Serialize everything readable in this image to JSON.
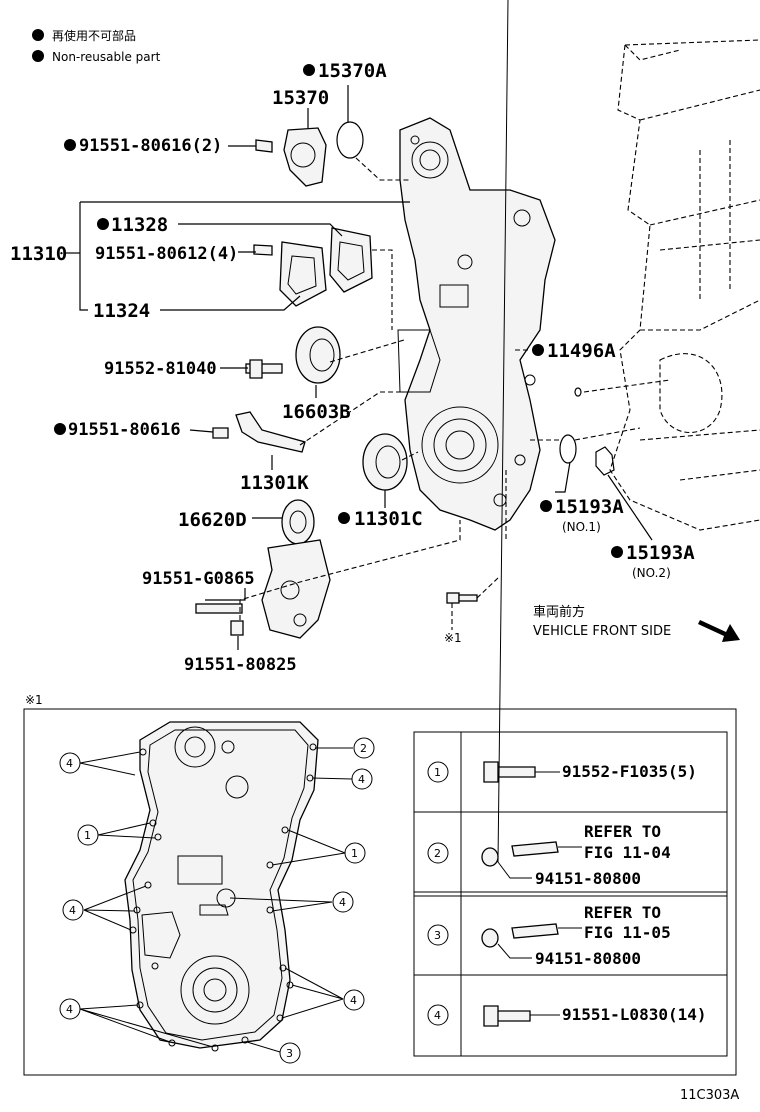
{
  "legend": {
    "line1": "再使用不可部品",
    "line2": "Non-reusable part"
  },
  "labels": {
    "p15370A": "15370A",
    "p15370": "15370",
    "p91551_80616_2": "91551-80616(2)",
    "p11328": "11328",
    "p11310": "11310",
    "p91551_80612_4": "91551-80612(4)",
    "p11324": "11324",
    "p91552_81040": "91552-81040",
    "p16603B": "16603B",
    "p91551_80616": "91551-80616",
    "p11301K": "11301K",
    "p16620D": "16620D",
    "p11301C": "11301C",
    "p91551_G0865": "91551-G0865",
    "p91551_80825": "91551-80825",
    "p11496A": "11496A",
    "p15193A_1": "15193A",
    "p15193A_1_sub": "(NO.1)",
    "p15193A_2": "15193A",
    "p15193A_2_sub": "(NO.2)",
    "ref_mark_1": "※1",
    "vehicle_front_jp": "車両前方",
    "vehicle_front_en": "VEHICLE FRONT SIDE"
  },
  "inset": {
    "mark": "※1",
    "callouts": [
      "4",
      "2",
      "4",
      "1",
      "1",
      "4",
      "4",
      "4",
      "4",
      "3"
    ],
    "table": [
      {
        "num": "1",
        "part": "91552-F1035(5)"
      },
      {
        "num": "2",
        "refer1": "REFER TO",
        "refer2": "FIG 11-04",
        "part": "94151-80800"
      },
      {
        "num": "3",
        "refer1": "REFER TO",
        "refer2": "FIG 11-05",
        "part": "94151-80800"
      },
      {
        "num": "4",
        "part": "91551-L0830(14)"
      }
    ]
  },
  "figure_code": "11C303A"
}
